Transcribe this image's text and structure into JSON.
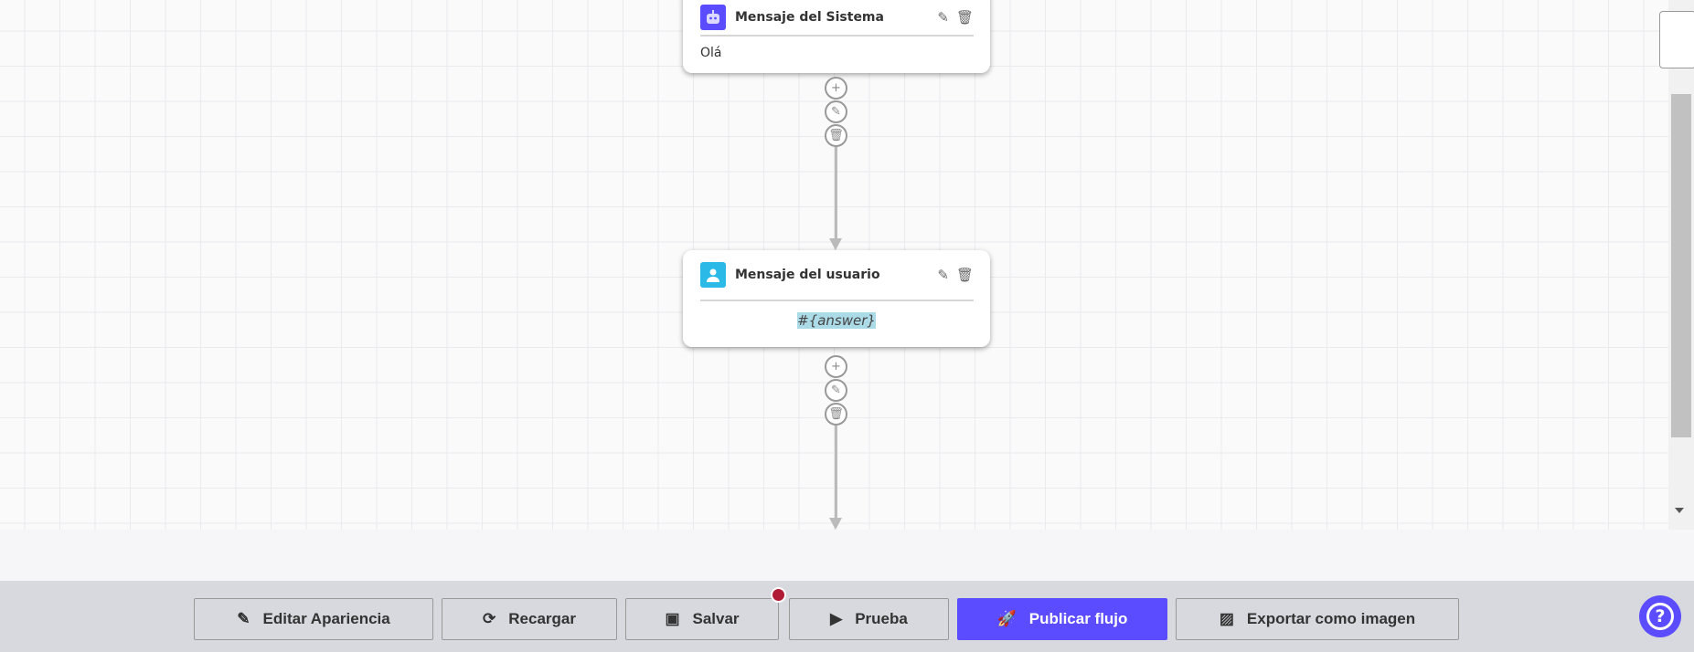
{
  "nodes": [
    {
      "type": "system",
      "title": "Mensaje del Sistema",
      "body": "Olá",
      "icon": "robot-icon",
      "color": "#5b4dff"
    },
    {
      "type": "user",
      "title": "Mensaje del usuario",
      "body": "#{answer}",
      "icon": "user-icon",
      "color": "#2bb9e8"
    }
  ],
  "toolbar": {
    "edit_appearance": "Editar Apariencia",
    "reload": "Recargar",
    "save": "Salvar",
    "test": "Prueba",
    "publish": "Publicar flujo",
    "export": "Exportar como imagen"
  },
  "colors": {
    "accent": "#5b4dff",
    "unsaved_dot": "#b01c36"
  }
}
